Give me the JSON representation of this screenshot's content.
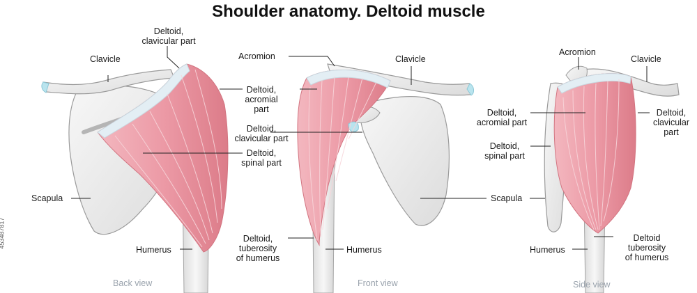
{
  "title": "Shoulder anatomy. Deltoid muscle",
  "stock_id": "453487817",
  "colors": {
    "muscle": "#ec9aa6",
    "muscle_dark": "#d9727f",
    "bone": "#ececec",
    "bone_edge": "#9a9a9a",
    "tendon": "#e3eef4",
    "cartilage": "#b9e4ee",
    "caption": "#9aa3ad"
  },
  "panels": {
    "back": {
      "caption": "Back view",
      "labels": {
        "deltoid_clavicular": "Deltoid,\nclavicular part",
        "clavicle": "Clavicle",
        "deltoid_acromial": "Deltoid,\nacromial\npart",
        "deltoid_spinal": "Deltoid,\nspinal part",
        "scapula": "Scapula",
        "humerus": "Humerus"
      }
    },
    "front": {
      "caption": "Front view",
      "labels": {
        "acromion": "Acromion",
        "deltoid_clavicular": "Deltoid,\nclavicular part",
        "deltoid_tuberosity": "Deltoid,\ntuberosity\nof humerus",
        "clavicle": "Clavicle",
        "scapula": "Scapula",
        "humerus": "Humerus"
      }
    },
    "side": {
      "caption": "Side view",
      "labels": {
        "acromion": "Acromion",
        "clavicle": "Clavicle",
        "deltoid_acromial": "Deltoid,\nacromial part",
        "deltoid_clavicular": "Deltoid,\nclavicular\npart",
        "deltoid_spinal": "Deltoid,\nspinal part",
        "humerus": "Humerus",
        "deltoid_tuberosity": "Deltoid\ntuberosity\nof humerus"
      }
    }
  }
}
